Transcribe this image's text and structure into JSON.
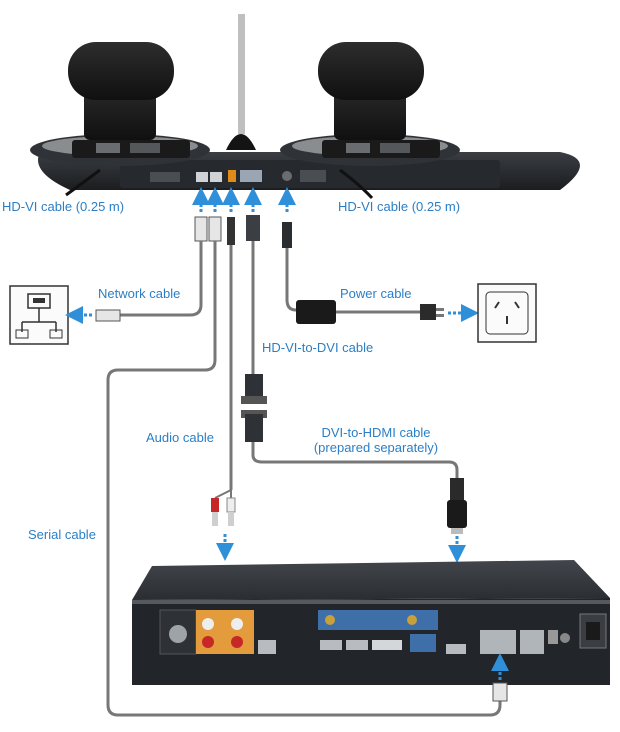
{
  "labels": {
    "hdvi_left": "HD-VI cable (0.25 m)",
    "hdvi_right": "HD-VI cable (0.25 m)",
    "network": "Network cable",
    "power": "Power cable",
    "hdvi_to_dvi": "HD-VI-to-DVI cable",
    "audio": "Audio cable",
    "dvi_to_hdmi_line1": "DVI-to-HDMI cable",
    "dvi_to_hdmi_line2": "(prepared separately)",
    "serial": "Serial cable"
  },
  "colors": {
    "label": "#2a7fc7",
    "arrow": "#2f8fd8",
    "cable": "#777777",
    "device": "#2b2e33",
    "camera": "#1c1c1c"
  },
  "icons": [
    "camera-unit",
    "antenna",
    "codec-box",
    "network-port-icon",
    "power-socket-icon",
    "power-adapter",
    "dvi-connector",
    "hdmi-connector",
    "rca-plugs",
    "rj45-plug"
  ]
}
